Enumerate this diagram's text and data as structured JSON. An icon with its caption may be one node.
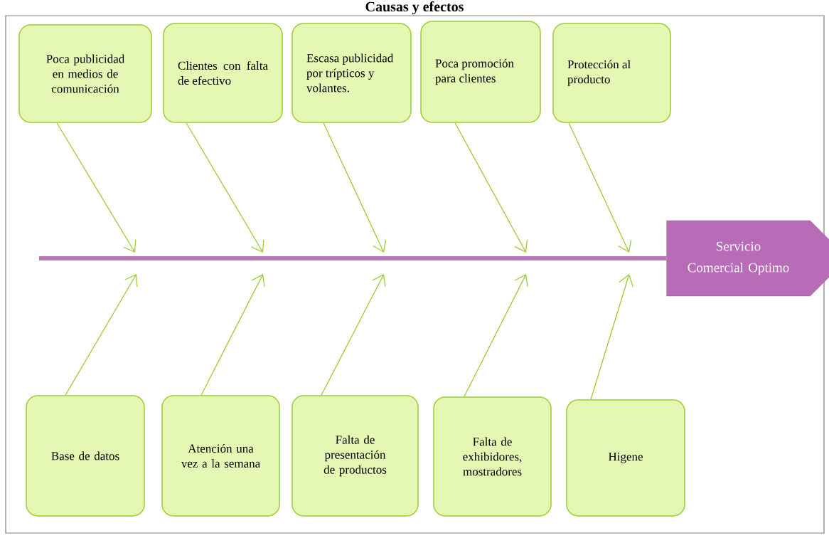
{
  "diagram": {
    "title": "Causas y efectos",
    "nodes": [
      {
        "text": [
          "Poca publicidad en medios de comunicación"
        ]
      },
      {
        "text": [
          "Clientes con falta de efectivo"
        ]
      },
      {
        "text": [
          "Escasa publicidad por trípticos y volantes."
        ]
      },
      {
        "text": [
          "Poca promoción para clientes"
        ]
      },
      {
        "text": [
          "Protección al producto"
        ]
      },
      {
        "text": [
          "Base de datos"
        ]
      },
      {
        "text": [
          "Atención una vez a la semana"
        ]
      },
      {
        "text": [
          "Falta de presentación de productos"
        ]
      },
      {
        "text": [
          "Falta de exhibidores, mostradores"
        ]
      },
      {
        "text": [
          "Higene"
        ]
      },
      {
        "text": [
          "Servicio Comercial Optimo"
        ]
      }
    ],
    "edges": [
      {
        "from": 0,
        "to": null,
        "arrow": "to"
      },
      {
        "from": 1,
        "to": null,
        "arrow": "to"
      },
      {
        "from": 2,
        "to": null,
        "arrow": "to"
      },
      {
        "from": 3,
        "to": null,
        "arrow": "to"
      },
      {
        "from": 4,
        "to": null,
        "arrow": "to"
      },
      {
        "from": 5,
        "to": null,
        "arrow": "to"
      },
      {
        "from": 6,
        "to": null,
        "arrow": "to"
      },
      {
        "from": 7,
        "to": null,
        "arrow": "to"
      },
      {
        "from": 8,
        "to": null,
        "arrow": "to"
      },
      {
        "from": 9,
        "to": null,
        "arrow": "to"
      },
      {
        "from": null,
        "to": 10,
        "arrow": "none",
        "style": "thick",
        "color": "#b57ab8"
      }
    ]
  }
}
